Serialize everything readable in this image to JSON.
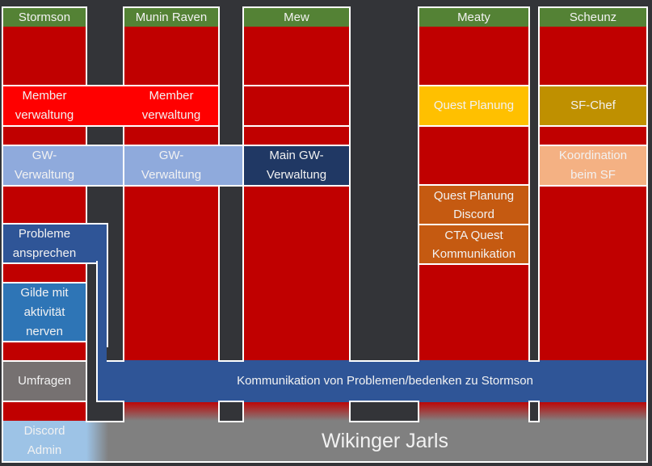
{
  "title": "Wikinger Jarls",
  "members": [
    {
      "name": "Stormson"
    },
    {
      "name": "Munin Raven"
    },
    {
      "name": "Mew"
    },
    {
      "name": "Meaty"
    },
    {
      "name": "Scheunz"
    }
  ],
  "roles": {
    "stormson_member": {
      "lines": [
        "Member",
        "verwaltung"
      ]
    },
    "munin_member": {
      "lines": [
        "Member",
        "verwaltung"
      ]
    },
    "stormson_gw": {
      "lines": [
        "GW-",
        "Verwaltung"
      ]
    },
    "munin_gw": {
      "lines": [
        "GW-",
        "Verwaltung"
      ]
    },
    "mew_main_gw": {
      "lines": [
        "Main GW-",
        "Verwaltung"
      ]
    },
    "meaty_quest": {
      "lines": [
        "Quest Planung"
      ]
    },
    "meaty_quest_discord": {
      "lines": [
        "Quest Planung",
        "Discord"
      ]
    },
    "meaty_cta": {
      "lines": [
        "CTA Quest",
        "Kommunikation"
      ]
    },
    "scheunz_sf_chef": {
      "lines": [
        "SF-Chef"
      ]
    },
    "scheunz_koordination": {
      "lines": [
        "Koordination",
        "beim SF"
      ]
    },
    "stormson_probleme": {
      "lines": [
        "Probleme",
        "ansprechen"
      ]
    },
    "stormson_gilde": {
      "lines": [
        "Gilde mit",
        "aktivität",
        "nerven"
      ]
    },
    "stormson_umfragen": {
      "lines": [
        "Umfragen"
      ]
    },
    "discord_admin": {
      "lines": [
        "Discord",
        "Admin"
      ]
    }
  },
  "communication_bar": "Kommunikation von Problemen/bedenken zu Stormson",
  "colors": {
    "background": "#333438",
    "header": "#548235",
    "column": "#c00000",
    "member_verwaltung": "#ff0000",
    "gw_verwaltung": "#8faadc",
    "main_gw": "#203864",
    "quest_planung": "#ffc000",
    "quest_discord": "#c55a11",
    "sf_chef": "#bf9000",
    "koordination": "#f4b183",
    "kommunikation": "#2f5597",
    "gilde": "#2e75b6",
    "umfragen": "#767171",
    "discord_admin": "#9dc3e6",
    "base": "#808080"
  }
}
